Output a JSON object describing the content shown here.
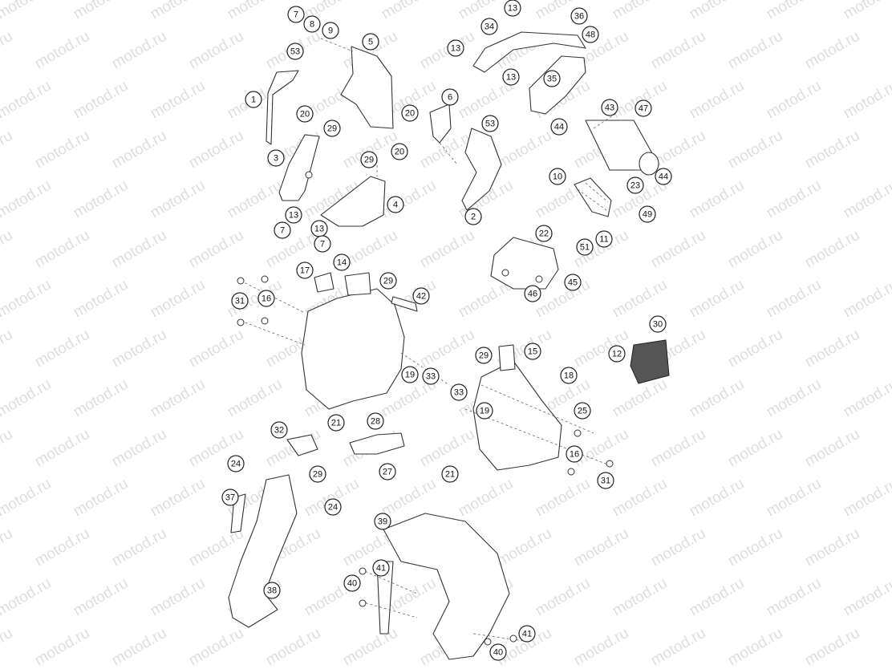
{
  "watermark": {
    "text": "motod.ru"
  },
  "callouts": [
    {
      "id": "c-7a",
      "label": "7"
    },
    {
      "id": "c-8",
      "label": "8"
    },
    {
      "id": "c-9",
      "label": "9"
    },
    {
      "id": "c-5",
      "label": "5"
    },
    {
      "id": "c-53a",
      "label": "53"
    },
    {
      "id": "c-1",
      "label": "1"
    },
    {
      "id": "c-20a",
      "label": "20"
    },
    {
      "id": "c-29a",
      "label": "29"
    },
    {
      "id": "c-3",
      "label": "3"
    },
    {
      "id": "c-13a",
      "label": "13"
    },
    {
      "id": "c-7b",
      "label": "7"
    },
    {
      "id": "c-13b",
      "label": "13"
    },
    {
      "id": "c-7c",
      "label": "7"
    },
    {
      "id": "c-29b",
      "label": "29"
    },
    {
      "id": "c-20b",
      "label": "20"
    },
    {
      "id": "c-4",
      "label": "4"
    },
    {
      "id": "c-20c",
      "label": "20"
    },
    {
      "id": "c-6",
      "label": "6"
    },
    {
      "id": "c-53b",
      "label": "53"
    },
    {
      "id": "c-2",
      "label": "2"
    },
    {
      "id": "c-13c",
      "label": "13"
    },
    {
      "id": "c-34",
      "label": "34"
    },
    {
      "id": "c-13d",
      "label": "13"
    },
    {
      "id": "c-36",
      "label": "36"
    },
    {
      "id": "c-48",
      "label": "48"
    },
    {
      "id": "c-13e",
      "label": "13"
    },
    {
      "id": "c-35",
      "label": "35"
    },
    {
      "id": "c-43",
      "label": "43"
    },
    {
      "id": "c-47",
      "label": "47"
    },
    {
      "id": "c-44a",
      "label": "44"
    },
    {
      "id": "c-44b",
      "label": "44"
    },
    {
      "id": "c-10",
      "label": "10"
    },
    {
      "id": "c-23",
      "label": "23"
    },
    {
      "id": "c-49",
      "label": "49"
    },
    {
      "id": "c-22",
      "label": "22"
    },
    {
      "id": "c-11",
      "label": "11"
    },
    {
      "id": "c-51",
      "label": "51"
    },
    {
      "id": "c-45",
      "label": "45"
    },
    {
      "id": "c-46",
      "label": "46"
    },
    {
      "id": "c-17",
      "label": "17"
    },
    {
      "id": "c-14",
      "label": "14"
    },
    {
      "id": "c-29c",
      "label": "29"
    },
    {
      "id": "c-42",
      "label": "42"
    },
    {
      "id": "c-31a",
      "label": "31"
    },
    {
      "id": "c-16a",
      "label": "16"
    },
    {
      "id": "c-19a",
      "label": "19"
    },
    {
      "id": "c-33a",
      "label": "33"
    },
    {
      "id": "c-21a",
      "label": "21"
    },
    {
      "id": "c-28",
      "label": "28"
    },
    {
      "id": "c-32",
      "label": "32"
    },
    {
      "id": "c-24a",
      "label": "24"
    },
    {
      "id": "c-29d",
      "label": "29"
    },
    {
      "id": "c-27",
      "label": "27"
    },
    {
      "id": "c-37",
      "label": "37"
    },
    {
      "id": "c-24b",
      "label": "24"
    },
    {
      "id": "c-30",
      "label": "30"
    },
    {
      "id": "c-12",
      "label": "12"
    },
    {
      "id": "c-29e",
      "label": "29"
    },
    {
      "id": "c-15",
      "label": "15"
    },
    {
      "id": "c-18",
      "label": "18"
    },
    {
      "id": "c-33b",
      "label": "33"
    },
    {
      "id": "c-19b",
      "label": "19"
    },
    {
      "id": "c-25",
      "label": "25"
    },
    {
      "id": "c-16b",
      "label": "16"
    },
    {
      "id": "c-21b",
      "label": "21"
    },
    {
      "id": "c-31b",
      "label": "31"
    },
    {
      "id": "c-39",
      "label": "39"
    },
    {
      "id": "c-41a",
      "label": "41"
    },
    {
      "id": "c-40a",
      "label": "40"
    },
    {
      "id": "c-38",
      "label": "38"
    },
    {
      "id": "c-41b",
      "label": "41"
    },
    {
      "id": "c-40b",
      "label": "40"
    }
  ]
}
